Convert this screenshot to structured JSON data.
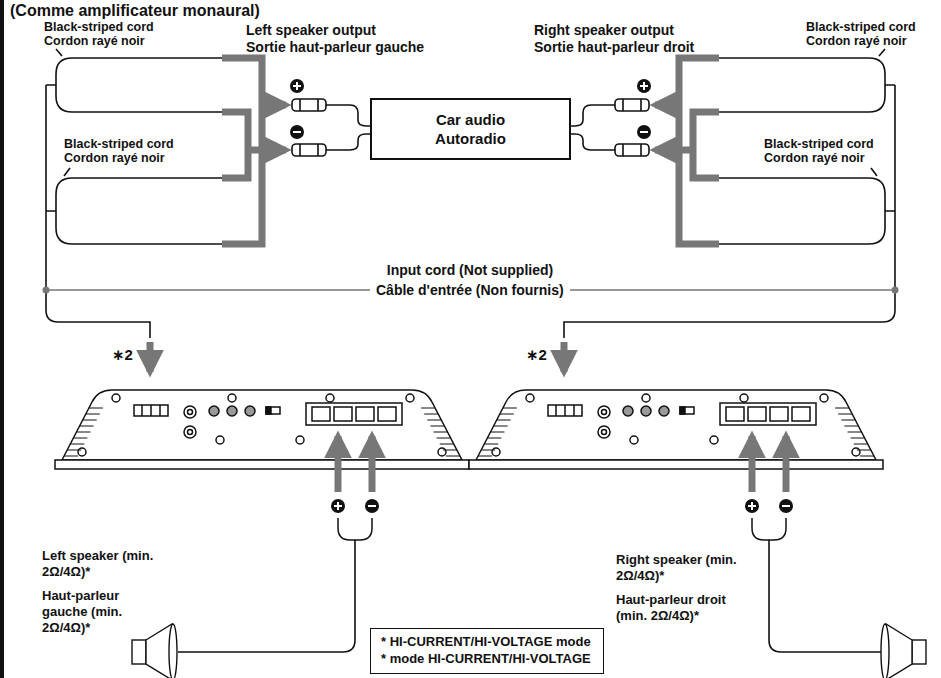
{
  "diagram": {
    "title": "(Comme amplificateur monaural)",
    "nodes": [
      {
        "text": [
          "Car audio",
          "Autoradio"
        ]
      },
      {
        "text": [
          "* HI-CURRENT/HI-VOLTAGE mode",
          "* mode HI-CURRENT/HI-VOLTAGE"
        ]
      }
    ],
    "labels": [
      "Black-striped cord",
      "Cordon rayé noir",
      "Left speaker output",
      "Sortie haut-parleur gauche",
      "Right speaker output",
      "Sortie haut-parleur droit",
      "Black-striped cord",
      "Cordon rayé noir",
      "Black-striped cord",
      "Cordon rayé noir",
      "Black-striped cord",
      "Cordon rayé noir",
      "Input cord (Not supplied)",
      "Câble d'entrée (Non fournis)",
      "∗2",
      "∗2",
      "Left speaker (min. 2Ω/4Ω)*",
      "Haut-parleur gauche (min. 2Ω/4Ω)*",
      "Right speaker (min. 2Ω/4Ω)*",
      "Haut-parleur droit (min. 2Ω/4Ω)*"
    ]
  }
}
